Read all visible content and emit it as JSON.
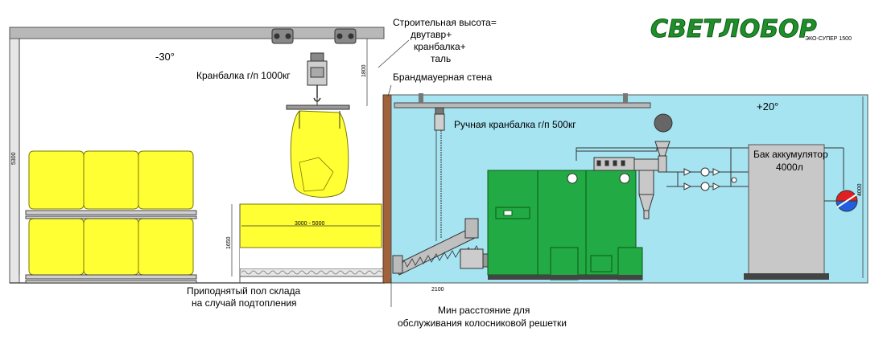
{
  "brand": {
    "logo_text": "СВЕТЛОБОР",
    "model": "ЭКО-СУПЕР 1500"
  },
  "labels": {
    "building_height_line1": "Строительная высота=",
    "building_height_line2": "двутавр+",
    "building_height_line3": "кранбалка+",
    "building_height_line4": "таль",
    "temp_cold": "-30°",
    "temp_warm": "+20°",
    "crane_1000": "Кранбалка г/п 1000кг",
    "firewall": "Брандмауерная стена",
    "crane_500": "Ручная кранбалка г/п 500кг",
    "tank_line1": "Бак аккумулятор",
    "tank_line2": "4000л",
    "raised_floor_line1": "Приподнятый пол склада",
    "raised_floor_line2": "на случай подтопления",
    "min_distance_line1": "Мин расстояние для",
    "min_distance_line2": "обслуживания колосниковой решетки"
  },
  "dimensions": {
    "height_5300": "5300",
    "height_1800": "1800",
    "bunker_length": "3000 - 5000",
    "height_1650": "1650",
    "distance_2100": "2100",
    "tank_height": "4000"
  },
  "colors": {
    "bag_yellow": "#ffff33",
    "boiler_green": "#22aa44",
    "boiler_room_blue": "#a6e4f2",
    "wall_brown": "#a0623a",
    "steel_grey": "#b8b8b8",
    "tank_grey": "#c8c8c8"
  }
}
